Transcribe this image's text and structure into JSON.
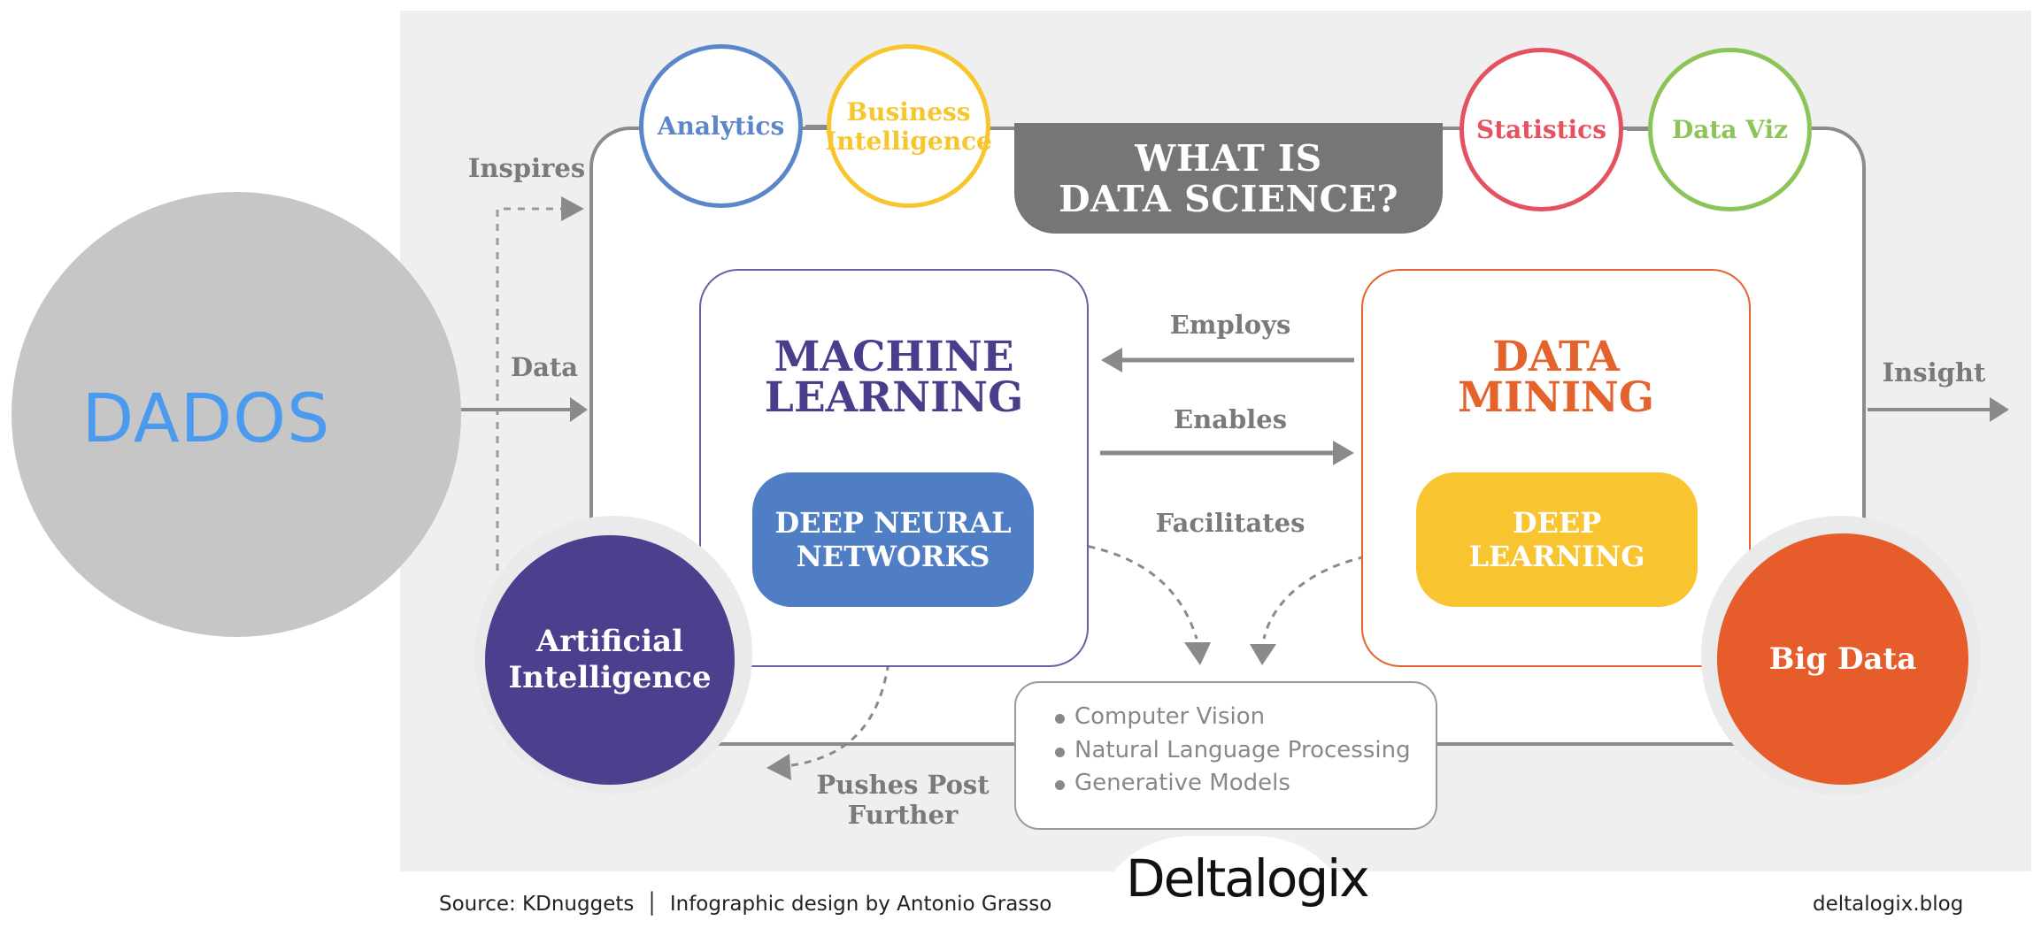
{
  "dados_label": "DADOS",
  "inputs": {
    "inspires": "Inspires",
    "data": "Data"
  },
  "output": {
    "insight": "Insight"
  },
  "title": "WHAT IS\nDATA SCIENCE?",
  "top_circles": [
    {
      "label": "Analytics",
      "color": "#5b86c9"
    },
    {
      "label": "Business\nIntelligence",
      "color": "#f7c52c"
    },
    {
      "label": "Statistics",
      "color": "#e4525f"
    },
    {
      "label": "Data Viz",
      "color": "#8cc45a"
    }
  ],
  "machine_learning": {
    "title": "MACHINE\nLEARNING",
    "color": "#4a3d8c",
    "sub": "DEEP NEURAL\nNETWORKS",
    "sub_color": "#4f7ec4"
  },
  "data_mining": {
    "title": "DATA\nMINING",
    "color": "#e4622b",
    "sub": "DEEP\nLEARNING",
    "sub_color": "#f8c531"
  },
  "relations": {
    "employs": "Employs",
    "enables": "Enables",
    "facilitates": "Facilitates",
    "pushes": "Pushes Post\nFurther"
  },
  "applications": [
    "Computer Vision",
    "Natural Language Processing",
    "Generative Models"
  ],
  "ai_circle": {
    "label": "Artificial\nIntelligence",
    "color": "#4b3f8e"
  },
  "big_data_circle": {
    "label": "Big Data",
    "color": "#e65d2b"
  },
  "footer": {
    "source": "Source: KDnuggets",
    "design": "Infographic design by Antonio Grasso",
    "logo": "Deltalogix",
    "site": "deltalogix.blog"
  }
}
